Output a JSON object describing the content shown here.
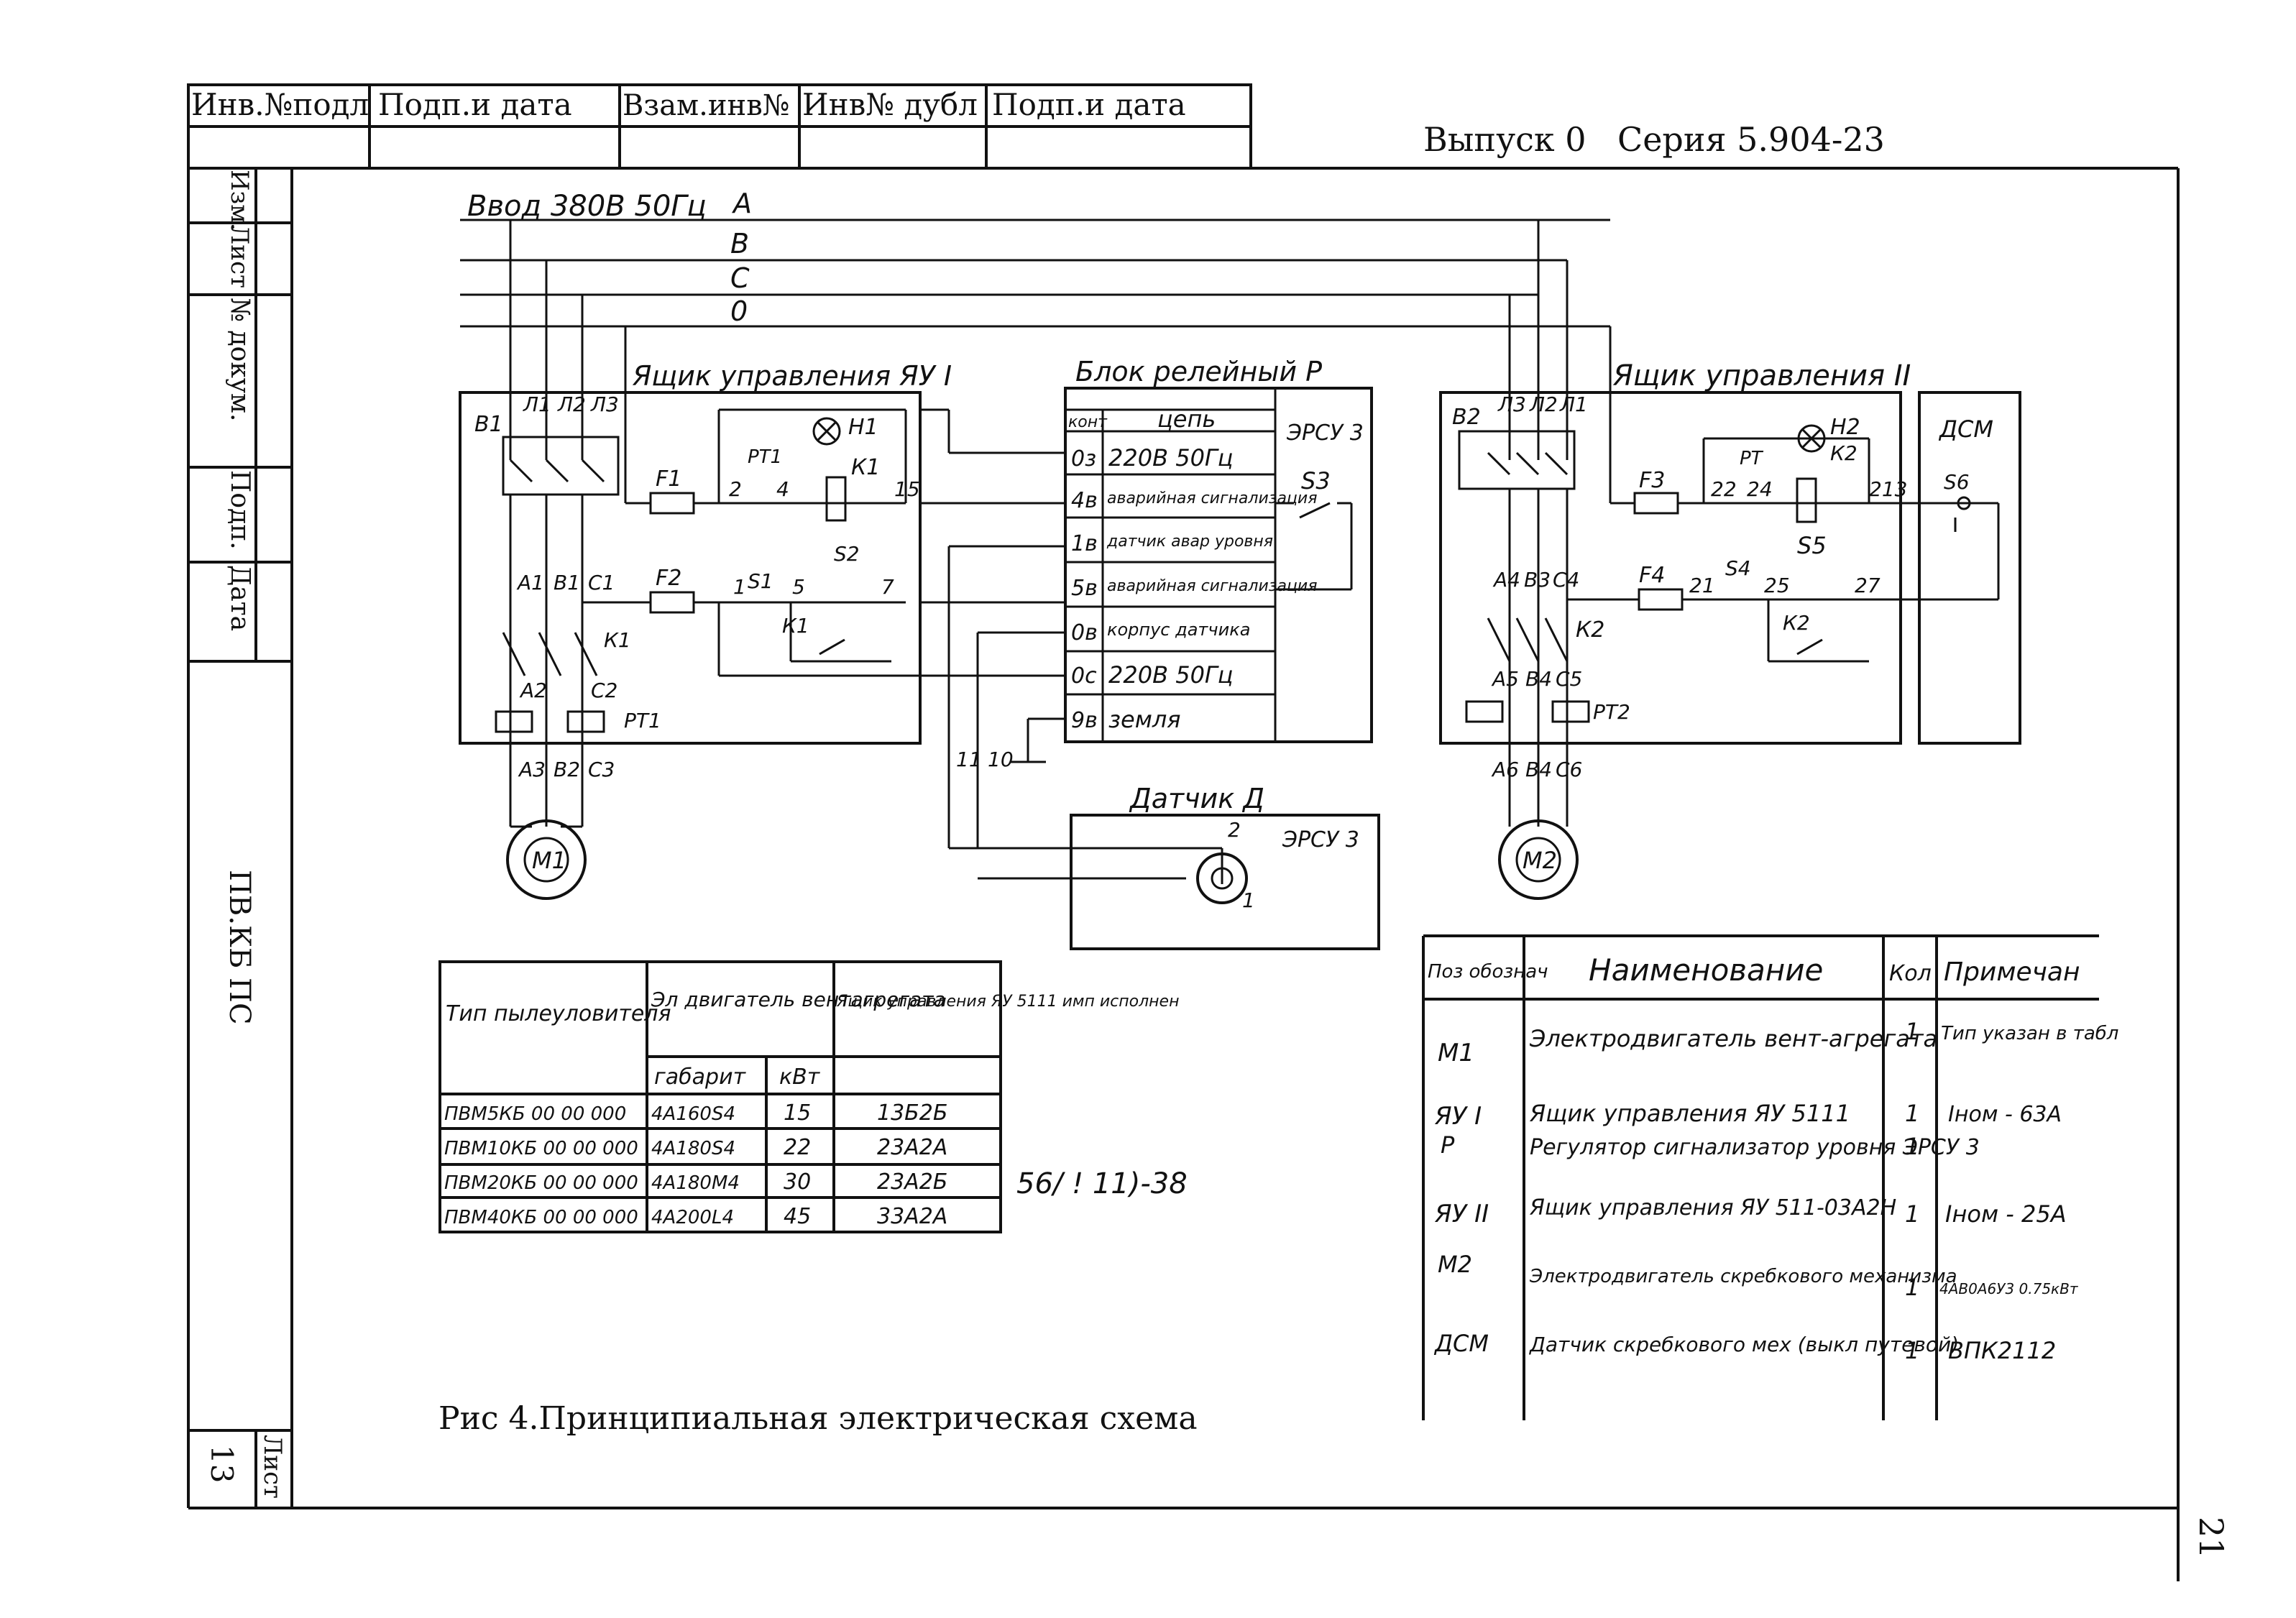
{
  "stamp": {
    "top_cols": [
      "Инв.№подл",
      "Подп.и дата",
      "Взам.инв№",
      "Инв№ дубл",
      "Подп.и дата"
    ],
    "side_cols": [
      "Изм.",
      "Лист",
      "№ докум.",
      "Подп.",
      "Дата"
    ],
    "doc_code": "ПВ.КБ ПС",
    "sheet_label": "Лист",
    "sheet_no": "13"
  },
  "header": {
    "issue": "Выпуск 0",
    "series": "Серия 5.904-23"
  },
  "page_no": "21",
  "caption": "Рис 4.Принципиальная электрическая схема",
  "side_note": "56/   ! 11)-38",
  "schematic": {
    "supply": "Ввод 380В 50Гц",
    "phases": [
      "A",
      "B",
      "C",
      "0"
    ],
    "box1": {
      "title": "Ящик управления ЯУ I",
      "labels": [
        "В1",
        "Л1",
        "Л2",
        "Л3",
        "F1",
        "РТ1",
        "Н1",
        "К1",
        "2",
        "4",
        "15",
        "А1",
        "В1",
        "С1",
        "F2",
        "1",
        "S1",
        "5",
        "S2",
        "7",
        "К1",
        "К1",
        "А2",
        "С2",
        "РТ1",
        "А3",
        "В2",
        "С3"
      ]
    },
    "motor1": "М1",
    "relay_block": {
      "title": "Блок релейный  Р",
      "col_headers": [
        "конт",
        "цепь"
      ],
      "rows": [
        {
          "k": "0з",
          "c": "220В 50Гц"
        },
        {
          "k": "4в",
          "c": "аварийная сигнализация"
        },
        {
          "k": "1в",
          "c": "датчик авар уровня"
        },
        {
          "k": "5в",
          "c": "аварийная сигнализация"
        },
        {
          "k": "0в",
          "c": "корпус датчика"
        },
        {
          "k": "0с",
          "c": "220В 50Гц"
        },
        {
          "k": "9в",
          "c": "земля"
        }
      ],
      "side_title": "ЭРСУ 3",
      "side_contact": "S3",
      "wire_labels": [
        "11",
        "10"
      ]
    },
    "sensor": {
      "title": "Датчик Д",
      "side": "ЭРСУ 3",
      "labels": [
        "2",
        "1"
      ]
    },
    "box2": {
      "title": "Ящик управления II",
      "labels": [
        "В2",
        "Л3",
        "Л2",
        "Л1",
        "F3",
        "РТ",
        "Н2",
        "К2",
        "22",
        "24",
        "213",
        "S5",
        "А4",
        "В3",
        "С4",
        "F4",
        "21",
        "S4",
        "25",
        "27",
        "К2",
        "К2",
        "А5",
        "В4",
        "С5",
        "РТ2",
        "А6",
        "В4",
        "С6"
      ]
    },
    "motor2": "М2",
    "dsm": {
      "title": "ДСМ",
      "contact": "S6"
    }
  },
  "table_left": {
    "h_type": "Тип пылеуловителя",
    "h_motor": "Эл двигатель вентагрегата",
    "h_box": "Ящик управления ЯУ 5111 имп исполнен",
    "h_size": "габарит",
    "h_kw": "кВт",
    "rows": [
      [
        "ПВМ5КБ 00 00 000",
        "4А160S4",
        "15",
        "13Б2Б"
      ],
      [
        "ПВМ10КБ 00 00 000",
        "4А180S4",
        "22",
        "23А2А"
      ],
      [
        "ПВМ20КБ 00 00 000",
        "4А180М4",
        "30",
        "23А2Б"
      ],
      [
        "ПВМ40КБ 00 00 000",
        "4А200L4",
        "45",
        "33А2А"
      ]
    ]
  },
  "table_right": {
    "headers": [
      "Поз обознач",
      "Наименование",
      "Кол",
      "Примечан"
    ],
    "rows": [
      [
        "М1",
        "Электродвигатель вент-агрегата",
        "1",
        "Тип указан в табл"
      ],
      [
        "ЯУ I",
        "Ящик управления ЯУ 5111",
        "1",
        "Iном - 63А"
      ],
      [
        "Р",
        "Регулятор сигнализатор уровня ЭРСУ 3",
        "1",
        ""
      ],
      [
        "ЯУ II",
        "Ящик управления ЯУ 511-03А2Н",
        "1",
        "Iном - 25А"
      ],
      [
        "М2",
        "Электродвигатель скребкового механизма",
        "1",
        "4АВ0А6У3 0.75кВт"
      ],
      [
        "ДСМ",
        "Датчик скребкового мех (выкл путевой)",
        "1",
        "ВПК2112"
      ]
    ]
  }
}
